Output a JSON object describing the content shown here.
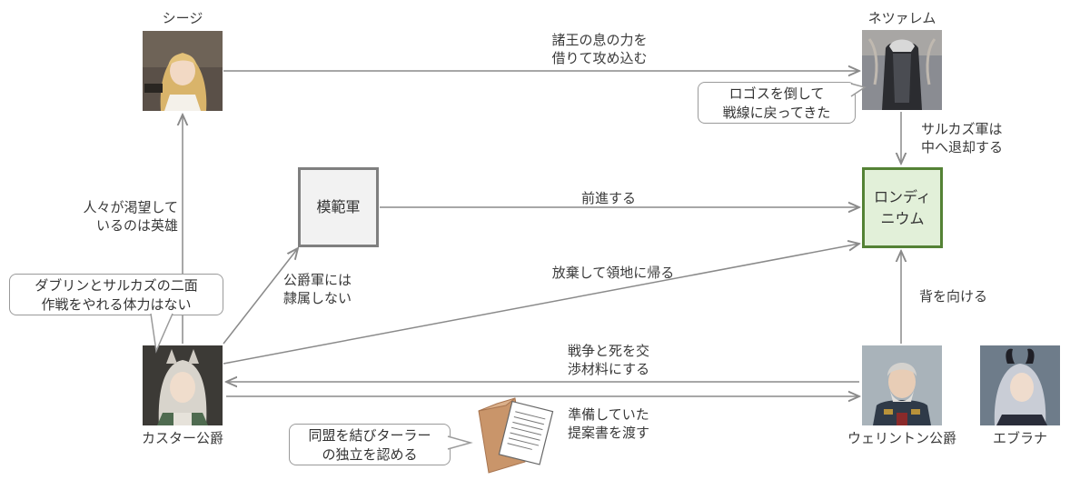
{
  "nodes": {
    "siege": {
      "name": "シージ"
    },
    "nezzsalem": {
      "name": "ネツァレム"
    },
    "model_army": {
      "name": "模範軍"
    },
    "londinium": {
      "name": "ロンディ\nニウム"
    },
    "duke_caster": {
      "name": "カスター公爵"
    },
    "duke_wellington": {
      "name": "ウェリントン公爵"
    },
    "ebrana": {
      "name": "エブラナ"
    }
  },
  "edges": {
    "siege_to_nezzsalem": "諸王の息の力を\n借りて攻め込む",
    "nezzsalem_to_londinium": "サルカズ軍は\n中へ退却する",
    "model_army_to_londinium": "前進する",
    "caster_to_siege": "人々が渇望して\nいるのは英雄",
    "caster_to_model_army": "公爵軍には\n隷属しない",
    "caster_to_londinium": "放棄して領地に帰る",
    "wellington_to_caster": "戦争と死を交\n渉材料にする",
    "caster_to_wellington": "準備していた\n提案書を渡す",
    "wellington_to_londinium": "背を向ける"
  },
  "bubbles": {
    "nezzsalem_quote": "ロゴスを倒して\n戦線に戻ってきた",
    "caster_quote": "ダブリンとサルカズの二面\n作戦をやれる体力はない",
    "document_quote": "同盟を結びターラー\nの独立を認める"
  },
  "colors": {
    "arrow": "#8a8a8a",
    "model_army_fill": "#f2f2f2",
    "model_army_border": "#7f7f7f",
    "londinium_fill": "#e2f0d9",
    "londinium_border": "#548235"
  }
}
